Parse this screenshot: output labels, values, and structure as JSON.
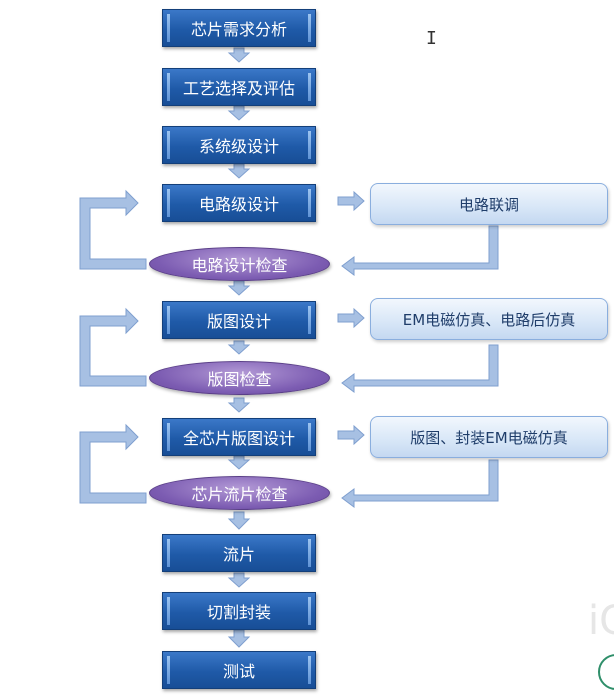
{
  "flow": {
    "steps": [
      "芯片需求分析",
      "工艺选择及评估",
      "系统级设计",
      "电路级设计",
      "电路设计检查",
      "版图设计",
      "版图检查",
      "全芯片版图设计",
      "芯片流片检查",
      "流片",
      "切割封装",
      "测试"
    ],
    "side": [
      "电路联调",
      "EM电磁仿真、电路后仿真",
      "版图、封装EM电磁仿真"
    ]
  },
  "colors": {
    "box": "#1f5aa8",
    "ellipse": "#7c5cb2",
    "side": "#d7e6f7",
    "arrow": "#9db7dd"
  }
}
